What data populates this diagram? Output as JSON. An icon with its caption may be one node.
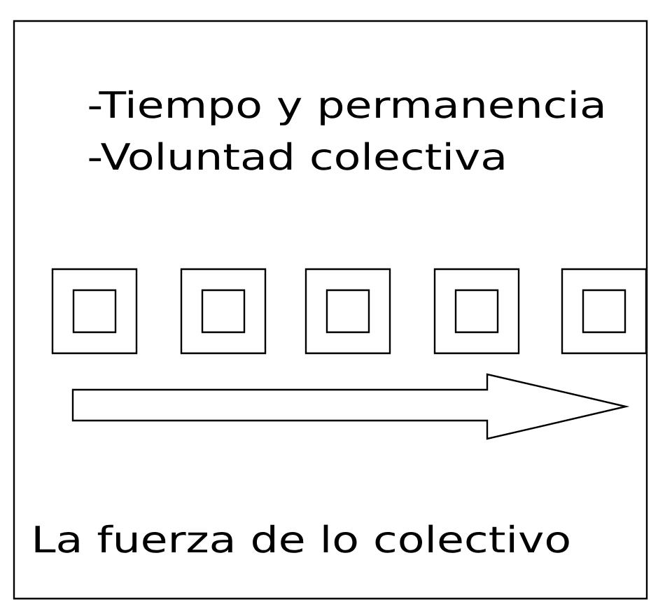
{
  "diagram": {
    "nodes": [
      {
        "text": [],
        "shape": "box"
      },
      {
        "text": [],
        "shape": "box",
        "in": 0
      },
      {
        "text": [],
        "shape": "box"
      },
      {
        "text": [],
        "shape": "box",
        "in": 2
      },
      {
        "text": [],
        "shape": "box"
      },
      {
        "text": [],
        "shape": "box",
        "in": 4
      },
      {
        "text": [],
        "shape": "box"
      },
      {
        "text": [],
        "shape": "box",
        "in": 6
      },
      {
        "text": [],
        "shape": "box"
      },
      {
        "text": [],
        "shape": "box",
        "in": 8
      }
    ],
    "edges": [],
    "labels": [
      "-Tiempo y permanencia",
      "-Voluntad colectiva",
      "La fuerza de lo colectivo"
    ]
  }
}
